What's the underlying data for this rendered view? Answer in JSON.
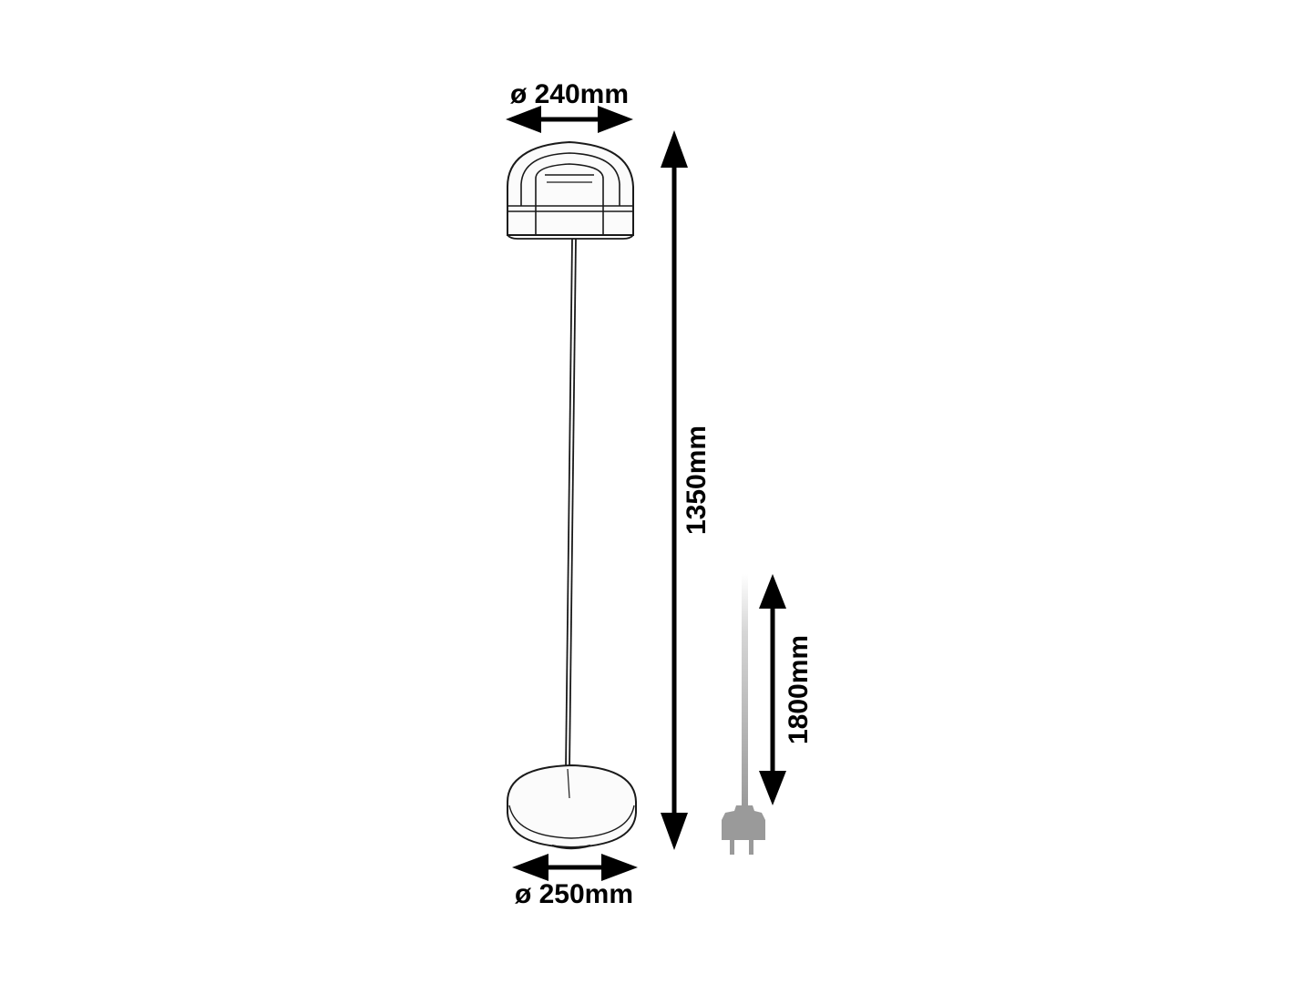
{
  "dimensions": {
    "shade_diameter": "ø 240mm",
    "total_height": "1350mm",
    "cable_length": "1800mm",
    "base_diameter": "ø 250mm"
  },
  "colors": {
    "line": "#1a1a1a",
    "arrow": "#000000",
    "plug": "#9a9a9a",
    "cable_light": "#cfcfcf",
    "cable_dark": "#9a9a9a"
  },
  "icons": {
    "plug": "plug-icon"
  }
}
